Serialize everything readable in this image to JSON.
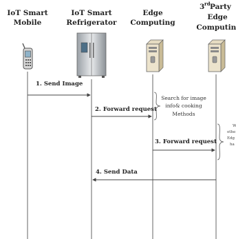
{
  "participants": {
    "mobile": {
      "line1": "IoT Smart",
      "line2": "Mobile"
    },
    "fridge": {
      "line1": "IoT Smart",
      "line2": "Refrigerator"
    },
    "edge": {
      "line1": "Edge",
      "line2": "Computing"
    },
    "third": {
      "line1_sup": "rd",
      "line1_num": "3",
      "line1_rest": " Party",
      "line2": "Edge",
      "line3": "Computing"
    }
  },
  "messages": [
    {
      "label": "1. Send Image"
    },
    {
      "label": "2. Forward request"
    },
    {
      "label": "3. Forward request"
    },
    {
      "label": "4. Send Data"
    }
  ],
  "notes": {
    "edge": {
      "line1": "Search for image",
      "line2": "info& cooking",
      "line3": "Methods"
    },
    "third": {
      "line1": "W",
      "line2": "othe",
      "line3": "Edg",
      "line4": "ha"
    }
  }
}
